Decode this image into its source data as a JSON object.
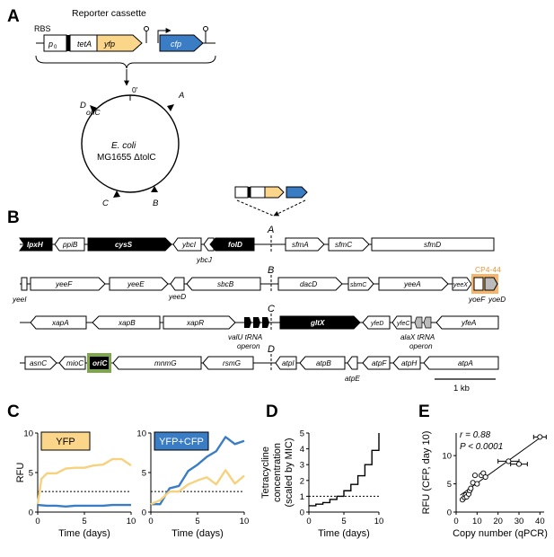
{
  "panel_labels": {
    "a": "A",
    "b": "B",
    "c": "C",
    "d": "D",
    "e": "E"
  },
  "panelA": {
    "title": "Reporter cassette",
    "rbs": "RBS",
    "p0": "p",
    "p0_sub": "0",
    "tetA": "tetA",
    "yfp": "yfp",
    "cfp": "cfp",
    "zero": "0'",
    "site_a": "A",
    "site_b": "B",
    "site_c": "C",
    "site_d": "D",
    "oriC": "oriC",
    "strain1": "E. coli",
    "strain2": "MG1655 ΔtolC"
  },
  "panelB": {
    "rowA": {
      "label": "A",
      "genes": [
        "lpxH",
        "ppiB",
        "cysS",
        "ybcI",
        "ybcJ",
        "folD",
        "sfmA",
        "sfmC",
        "sfmD"
      ]
    },
    "rowB": {
      "label": "B",
      "genes": [
        "yeeI",
        "yeeF",
        "yeeE",
        "yeeD",
        "sbcB",
        "dacD",
        "sbmC",
        "yeeA",
        "yeeX",
        "yoeF",
        "yoeD"
      ],
      "cp": "CP4-44"
    },
    "rowC": {
      "label": "C",
      "genes": [
        "xapA",
        "xapB",
        "xapR",
        "valU tRNA",
        "operon",
        "gltX",
        "yfeD",
        "yfeC",
        "alaX tRNA",
        "operon",
        "yfeA"
      ]
    },
    "rowD": {
      "label": "D",
      "genes": [
        "asnC",
        "mioC",
        "oriC",
        "mnmG",
        "rsmG",
        "atpI",
        "atpB",
        "atpE",
        "atpF",
        "atpH",
        "atpA"
      ]
    },
    "scale": "1 kb"
  },
  "colors": {
    "yfp": "#fbd68a",
    "cfp": "#3a7dc4",
    "orange": "#f6b56b",
    "oriC_box": "#7ea64a",
    "yfp_line": "#f7d27e",
    "cfp_line": "#3a7dc4"
  },
  "chart_data": [
    {
      "type": "line",
      "legend": "YFP",
      "xlabel": "Time (days)",
      "ylabel": "RFU",
      "xlim": [
        0,
        10
      ],
      "ylim": [
        0,
        10
      ],
      "xticks": [
        0,
        5,
        10
      ],
      "yticks": [
        0,
        5,
        10
      ],
      "series": [
        {
          "color": "#f7d27e",
          "x": [
            0,
            0.4,
            1,
            2,
            3,
            4,
            5,
            6,
            7,
            8,
            9,
            10
          ],
          "values": [
            1,
            4.2,
            4.9,
            4.9,
            5.5,
            5.6,
            5.6,
            5.9,
            6.0,
            6.7,
            6.7,
            5.9
          ]
        },
        {
          "color": "#3a7dc4",
          "x": [
            0,
            1,
            2,
            3,
            4,
            5,
            6,
            7,
            8,
            9,
            10
          ],
          "values": [
            0.9,
            0.8,
            0.8,
            0.7,
            0.8,
            0.8,
            0.8,
            0.8,
            0.9,
            0.9,
            0.9
          ]
        }
      ],
      "threshold": 2.6
    },
    {
      "type": "line",
      "legend": "YFP+CFP",
      "xlabel": "Time (days)",
      "ylabel": "",
      "xlim": [
        0,
        10
      ],
      "ylim": [
        0,
        10
      ],
      "xticks": [
        0,
        5,
        10
      ],
      "yticks": [
        0,
        5,
        10
      ],
      "series": [
        {
          "color": "#3a7dc4",
          "x": [
            0,
            1,
            2,
            3,
            4,
            5,
            6,
            7,
            8,
            9,
            10
          ],
          "values": [
            1,
            1,
            3,
            3.3,
            5.2,
            6,
            7,
            7.7,
            9.5,
            8.6,
            9
          ]
        },
        {
          "color": "#f7d27e",
          "x": [
            0,
            1,
            2,
            3,
            4,
            5,
            6,
            7,
            8,
            9,
            10
          ],
          "values": [
            1,
            1.5,
            2.6,
            2.6,
            3.5,
            4,
            4.4,
            3.5,
            5.3,
            3.6,
            4.6
          ]
        }
      ],
      "threshold": 2.6
    },
    {
      "type": "line",
      "xlabel": "Time (days)",
      "ylabel": [
        "Tetracycline",
        "concentration",
        "(scaled by MIC)"
      ],
      "xlim": [
        0,
        10
      ],
      "ylim": [
        0,
        5
      ],
      "xticks": [
        0,
        5,
        10
      ],
      "yticks": [
        0,
        1,
        2,
        3,
        4,
        5
      ],
      "step": true,
      "x": [
        0,
        1,
        2,
        3,
        4,
        5,
        6,
        7,
        8,
        9,
        10
      ],
      "values": [
        0.4,
        0.5,
        0.6,
        0.8,
        1.0,
        1.35,
        1.75,
        2.3,
        3.0,
        3.9,
        5.0
      ],
      "threshold": 1
    },
    {
      "type": "scatter",
      "xlabel": "Copy number (qPCR)",
      "ylabel": "RFU (CFP, day 10)",
      "xlim": [
        0,
        42
      ],
      "ylim": [
        0,
        14
      ],
      "xticks": [
        0,
        10,
        20,
        30,
        40
      ],
      "yticks": [
        0,
        5,
        10
      ],
      "annotation_r": "r = 0.88",
      "annotation_p": "P < 0.0001",
      "fit": [
        [
          2,
          3
        ],
        [
          41,
          13.4
        ]
      ],
      "points": [
        [
          3,
          2.2
        ],
        [
          4,
          2.6
        ],
        [
          4.5,
          3.0
        ],
        [
          5,
          2.7
        ],
        [
          6,
          3.2
        ],
        [
          6.5,
          3.8
        ],
        [
          7,
          4.2
        ],
        [
          8,
          5.2
        ],
        [
          9,
          6.5
        ],
        [
          10,
          5.0
        ],
        [
          12,
          6.5
        ],
        [
          13,
          6.9
        ],
        [
          14,
          6.2
        ],
        [
          25,
          9.0
        ],
        [
          30,
          8.5
        ],
        [
          40,
          13.3
        ]
      ],
      "xerr": [
        [
          25,
          5
        ],
        [
          30,
          4
        ],
        [
          40,
          3
        ]
      ]
    }
  ]
}
